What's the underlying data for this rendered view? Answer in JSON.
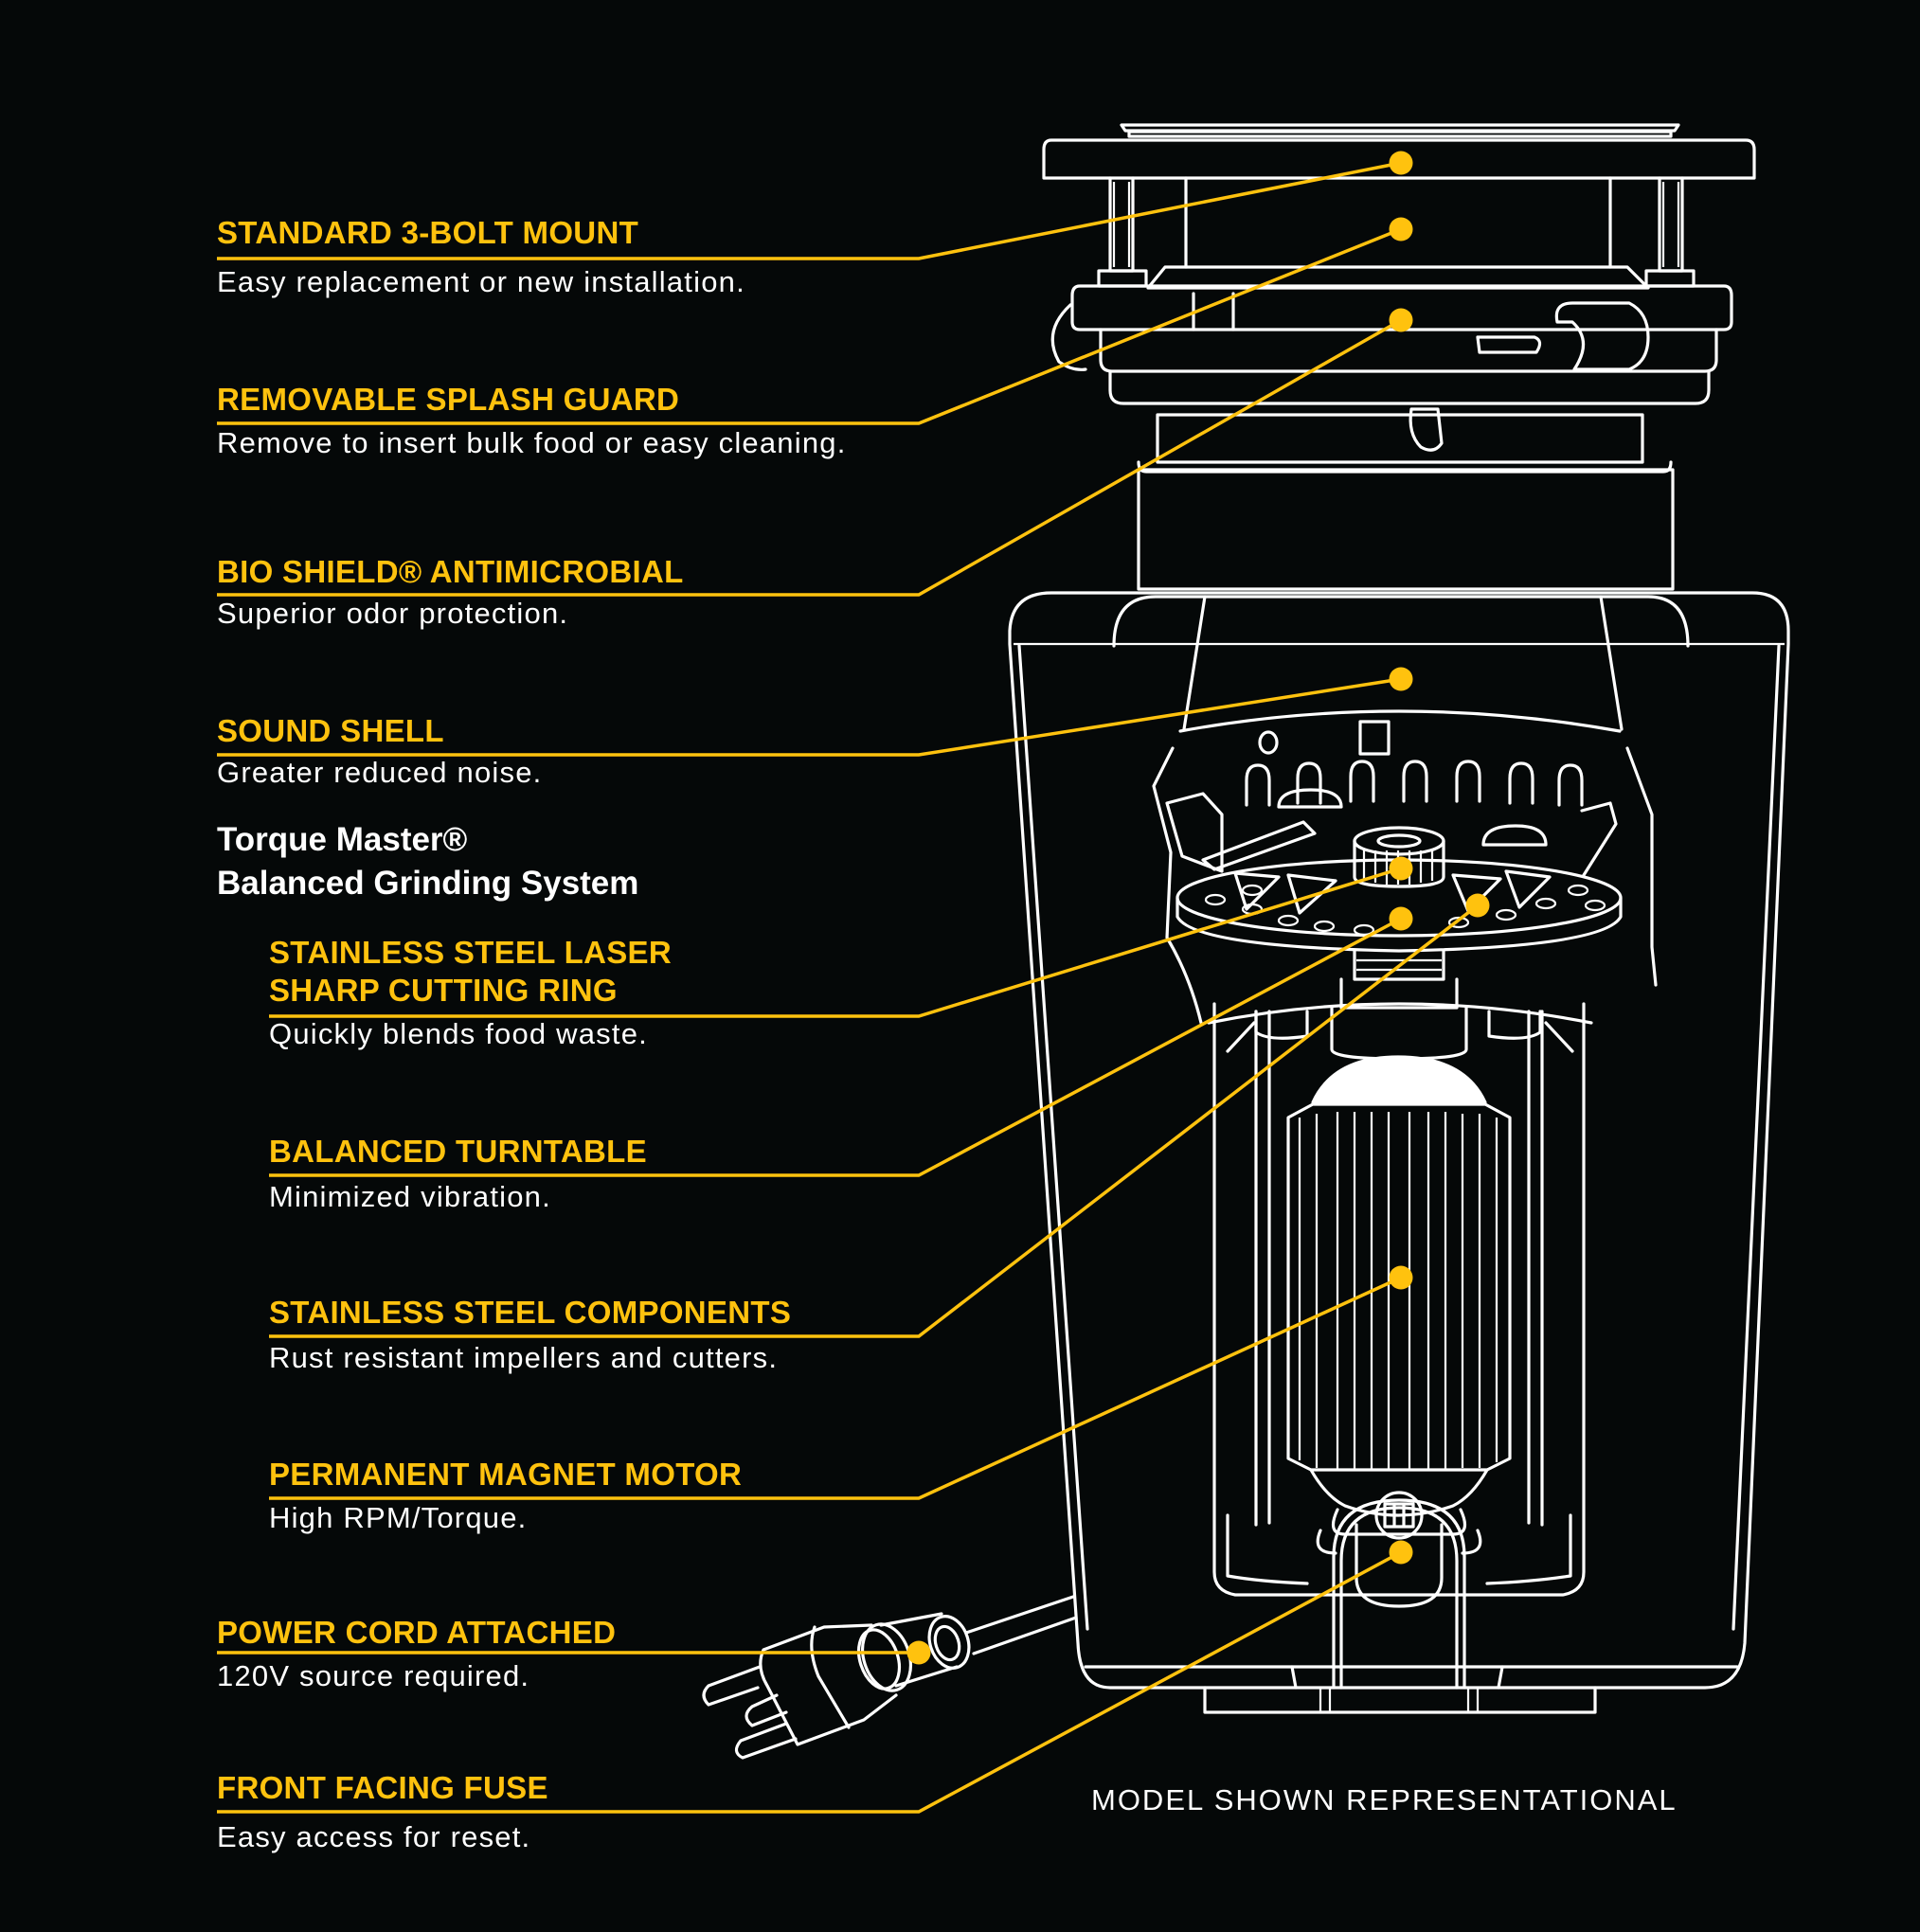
{
  "colors": {
    "background": "#050808",
    "accent": "#FFC20E",
    "text": "#FFFFFF",
    "line_art": "#FFFFFF"
  },
  "features": [
    {
      "heading": "STANDARD 3-BOLT MOUNT",
      "description": "Easy replacement or new installation.",
      "part": "mounting-assembly"
    },
    {
      "heading": "REMOVABLE SPLASH GUARD",
      "description": "Remove to insert bulk food or easy cleaning.",
      "part": "splash-guard"
    },
    {
      "heading": "BIO SHIELD® ANTIMICROBIAL",
      "description": "Superior odor protection.",
      "part": "sink-flange"
    },
    {
      "heading": "SOUND SHELL",
      "description": "Greater reduced noise.",
      "part": "outer-shell"
    },
    {
      "heading": "STAINLESS STEEL LASER SHARP CUTTING RING",
      "heading_lines": [
        "STAINLESS STEEL LASER",
        "SHARP CUTTING RING"
      ],
      "description": "Quickly blends food waste.",
      "part": "cutting-ring"
    },
    {
      "heading": "BALANCED TURNTABLE",
      "description": "Minimized vibration.",
      "part": "turntable"
    },
    {
      "heading": "STAINLESS STEEL COMPONENTS",
      "description": "Rust resistant impellers and cutters.",
      "part": "impellers"
    },
    {
      "heading": "PERMANENT MAGNET MOTOR",
      "description": "High RPM/Torque.",
      "part": "motor"
    },
    {
      "heading": "POWER CORD ATTACHED",
      "description": "120V source required.",
      "part": "power-cord"
    },
    {
      "heading": "FRONT FACING FUSE",
      "description": "Easy access for reset.",
      "part": "fuse"
    }
  ],
  "system": {
    "title_line1": "Torque Master®",
    "title_line2": "Balanced Grinding System"
  },
  "note": "MODEL SHOWN REPRESENTATIONAL"
}
